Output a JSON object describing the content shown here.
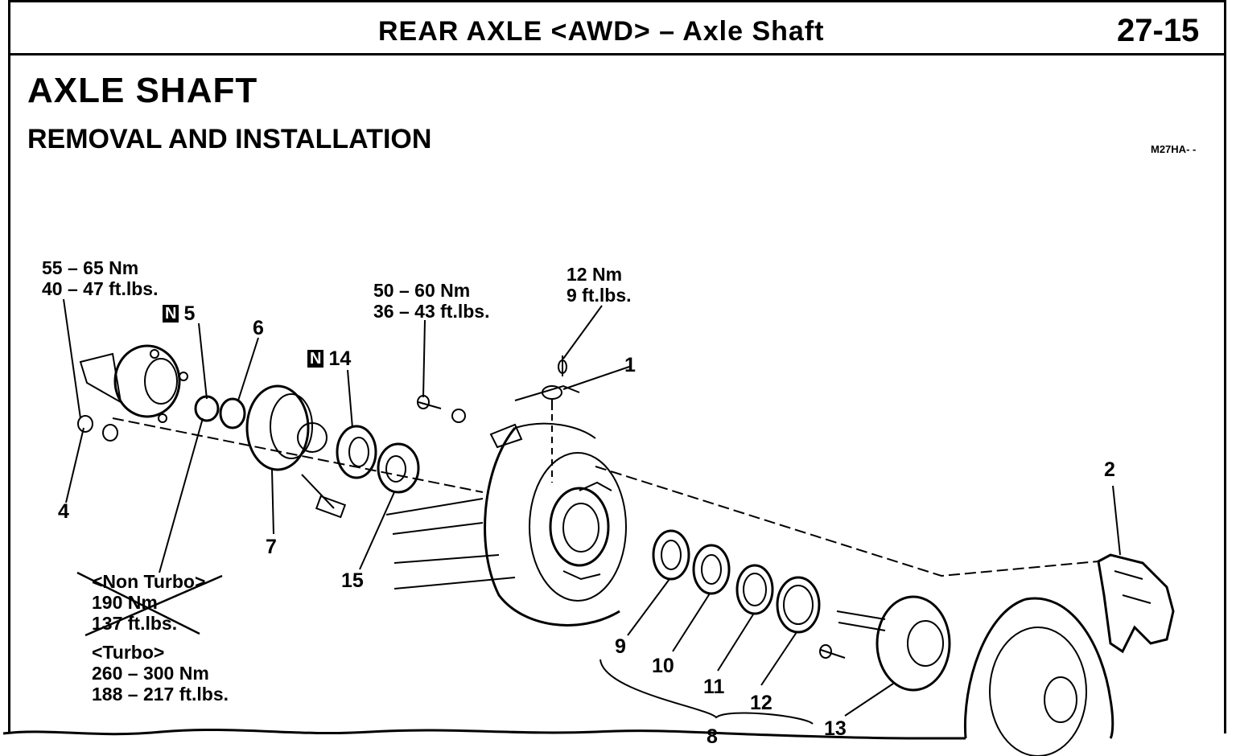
{
  "header": {
    "title": "REAR AXLE <AWD> – Axle Shaft",
    "page_number": "27-15"
  },
  "section": {
    "title": "AXLE SHAFT",
    "subtitle": "REMOVAL AND INSTALLATION",
    "ref_code": "M27HA- -"
  },
  "torque_specs": {
    "nut_4": [
      "55 – 65 Nm",
      "40 – 47 ft.lbs."
    ],
    "bolt_mid": [
      "50 – 60 Nm",
      "36 – 43 ft.lbs."
    ],
    "bolt_1": [
      "12 Nm",
      "9 ft.lbs."
    ],
    "nut_5_non_turbo": [
      "<Non Turbo>",
      "190 Nm",
      "137 ft.lbs."
    ],
    "nut_5_turbo": [
      "<Turbo>",
      "260 – 300 Nm",
      "188 – 217 ft.lbs."
    ]
  },
  "replace_mark": "N",
  "parts": {
    "p1": "1",
    "p2": "2",
    "p4": "4",
    "p5": "5",
    "p6": "6",
    "p7": "7",
    "p8": "8",
    "p9": "9",
    "p10": "10",
    "p11": "11",
    "p12": "12",
    "p13": "13",
    "p14": "14",
    "p15": "15"
  }
}
